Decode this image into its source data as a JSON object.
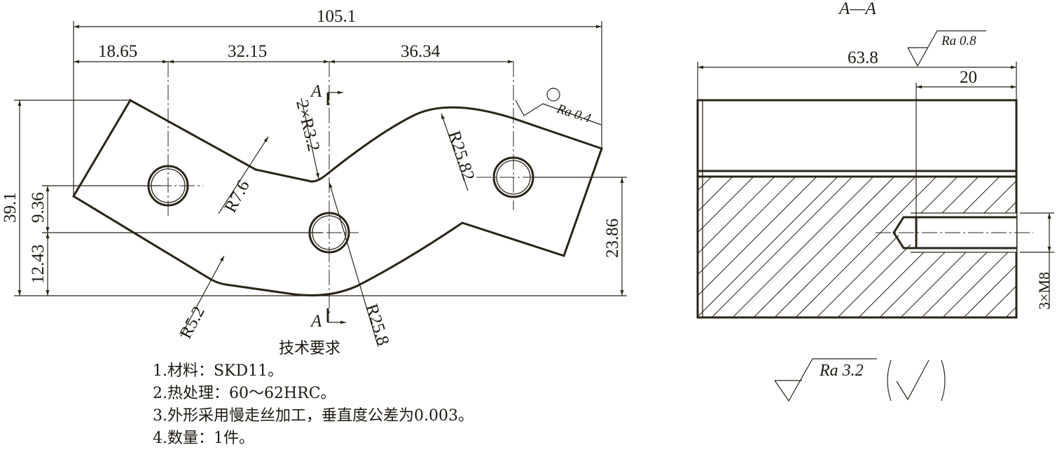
{
  "section_title": "A—A",
  "front_view": {
    "dims": {
      "overall_length": "105.1",
      "seg1": "18.65",
      "seg2": "32.15",
      "seg3": "36.34",
      "overall_height": "39.1",
      "h_upper": "9.36",
      "h_lower": "12.43",
      "right_height": "23.86",
      "r_corner_top": "R7.6",
      "r_small": "2×R3.2",
      "r_arc_top": "R25.82",
      "r_corner_bottom": "R5.2",
      "r_arc_bottom": "R25.8"
    },
    "section_marks": [
      "A",
      "A"
    ],
    "surface_finish": "Ra 0.4"
  },
  "section_view": {
    "dims": {
      "width": "63.8",
      "depth": "20",
      "thread": "3×M8"
    },
    "surface_finish": "Ra 0.8"
  },
  "general_finish": {
    "value": "Ra 3.2"
  },
  "tech_requirements": {
    "title": "技术要求",
    "items": [
      "1.材料：SKD11。",
      "2.热处理：60～62HRC。",
      "3.外形采用慢走丝加工，垂直度公差为0.003。",
      "4.数量：1件。"
    ]
  }
}
